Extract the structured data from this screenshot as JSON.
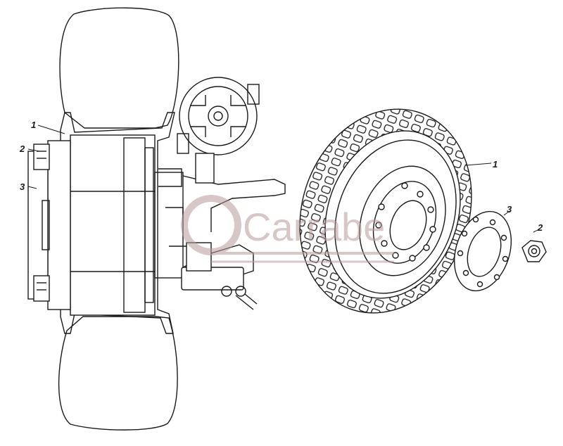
{
  "diagram": {
    "callouts_left": [
      {
        "id": "1",
        "label": "1"
      },
      {
        "id": "2",
        "label": "2"
      },
      {
        "id": "3",
        "label": "3"
      }
    ],
    "callouts_right": [
      {
        "id": "1",
        "label": "1"
      },
      {
        "id": "3",
        "label": "3"
      },
      {
        "id": "2",
        "label": "2"
      }
    ],
    "watermark": "Carrabe",
    "colors": {
      "line": "#1a1a1a",
      "watermark": "#b89a9a"
    }
  }
}
